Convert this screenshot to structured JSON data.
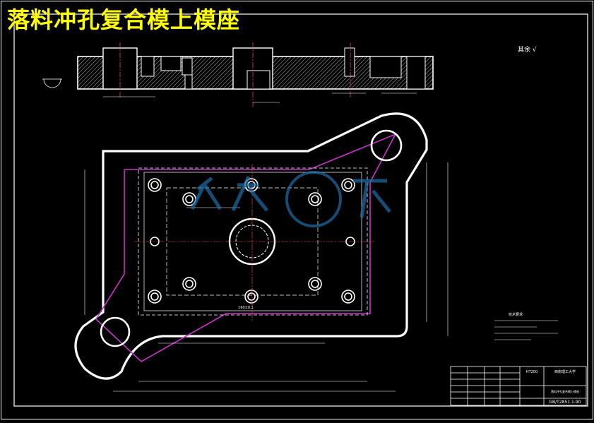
{
  "drawing": {
    "title": "落料冲孔复合模上模座",
    "roughness_note": "其余",
    "center_dimension": "160±0.1",
    "title_block": {
      "material": "HT200",
      "company": "西南理工大学",
      "part_name": "落料冲孔复合模上模座",
      "drawing_no": "GB/T2851.1-90"
    },
    "technical_requirements_heading": "技术要求"
  },
  "colors": {
    "background": "#000000",
    "outline": "#ffffff",
    "title_text": "#ffff00",
    "section_line": "#cc33cc",
    "watermark": "#1e6ea8",
    "center_line": "#ff4d4d"
  },
  "icons": [
    "surface-roughness-icon",
    "watermark-logo-icon"
  ]
}
